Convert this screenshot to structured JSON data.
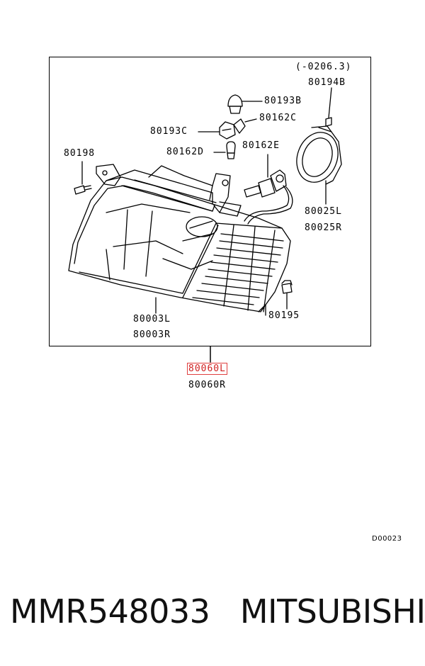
{
  "diagram": {
    "date_range": "(-0206.3)",
    "labels": {
      "p80194B": "80194B",
      "p80193B": "80193B",
      "p80162C": "80162C",
      "p80193C": "80193C",
      "p80162D": "80162D",
      "p80162E": "80162E",
      "p80198": "80198",
      "p80025L": "80025L",
      "p80025R": "80025R",
      "p80003L": "80003L",
      "p80003R": "80003R",
      "p80195": "80195",
      "p80060L": "80060L",
      "p80060R": "80060R"
    },
    "highlighted_part": "80060L",
    "highlight_color": "#e04040",
    "doc_code": "D00023"
  },
  "caption": {
    "part_number": "MMR548033",
    "brand": "MITSUBISHI"
  }
}
